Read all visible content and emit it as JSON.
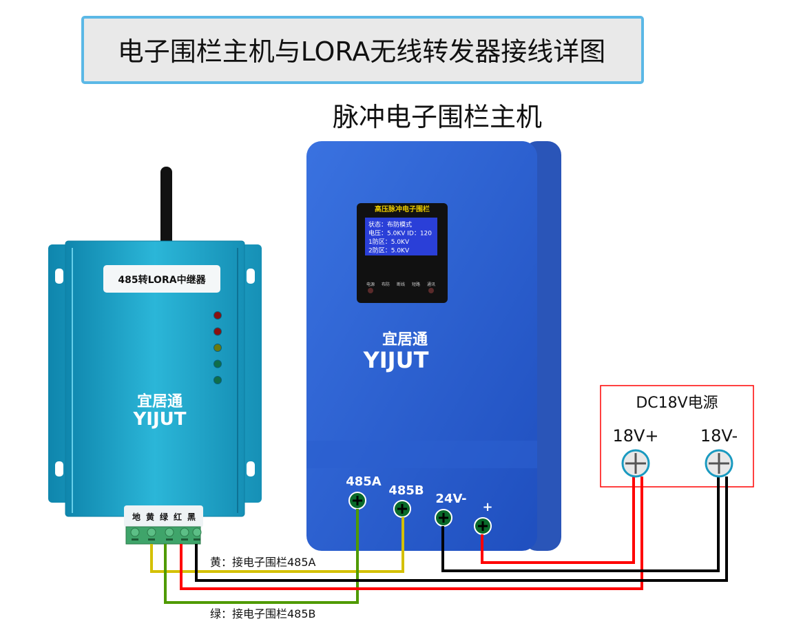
{
  "title": "电子围栏主机与LORA无线转发器接线详图",
  "host": {
    "heading": "脉冲电子围栏主机",
    "panel_title": "高压脉冲电子围栏",
    "screen_lines": [
      "状态：布防模式",
      "电压：5.0KV  ID：120",
      "1防区：5.0KV",
      "2防区：5.0KV"
    ],
    "indicators": [
      "电源",
      "布防",
      "断线",
      "短路",
      "通讯"
    ],
    "brand_cn": "宜居通",
    "brand_en": "YIJUT",
    "terminals": [
      "485A",
      "485B",
      "24V-",
      "+"
    ]
  },
  "repeater": {
    "label": "485转LORA中继器",
    "brand_cn": "宜居通",
    "brand_en": "YIJUT",
    "terminal_labels": [
      "地",
      "黄",
      "绿",
      "红",
      "黑"
    ],
    "led_colors": [
      "#8a1010",
      "#8a1010",
      "#6a7a10",
      "#0f6e4a",
      "#0f6e4a"
    ]
  },
  "power": {
    "title": "DC18V电源",
    "plus_label": "18V+",
    "minus_label": "18V-"
  },
  "wire_notes": {
    "yellow": "黄：接电子围栏485A",
    "green": "绿：接电子围栏485B"
  },
  "colors": {
    "wire_yellow": "#d4c000",
    "wire_green": "#4f9a00",
    "wire_red": "#ff0000",
    "wire_black": "#000000",
    "host_blue": "#2a5fd0",
    "repeater_teal": "#1ea3c8",
    "title_border": "#5bb8e6",
    "power_border": "#ff0000"
  }
}
